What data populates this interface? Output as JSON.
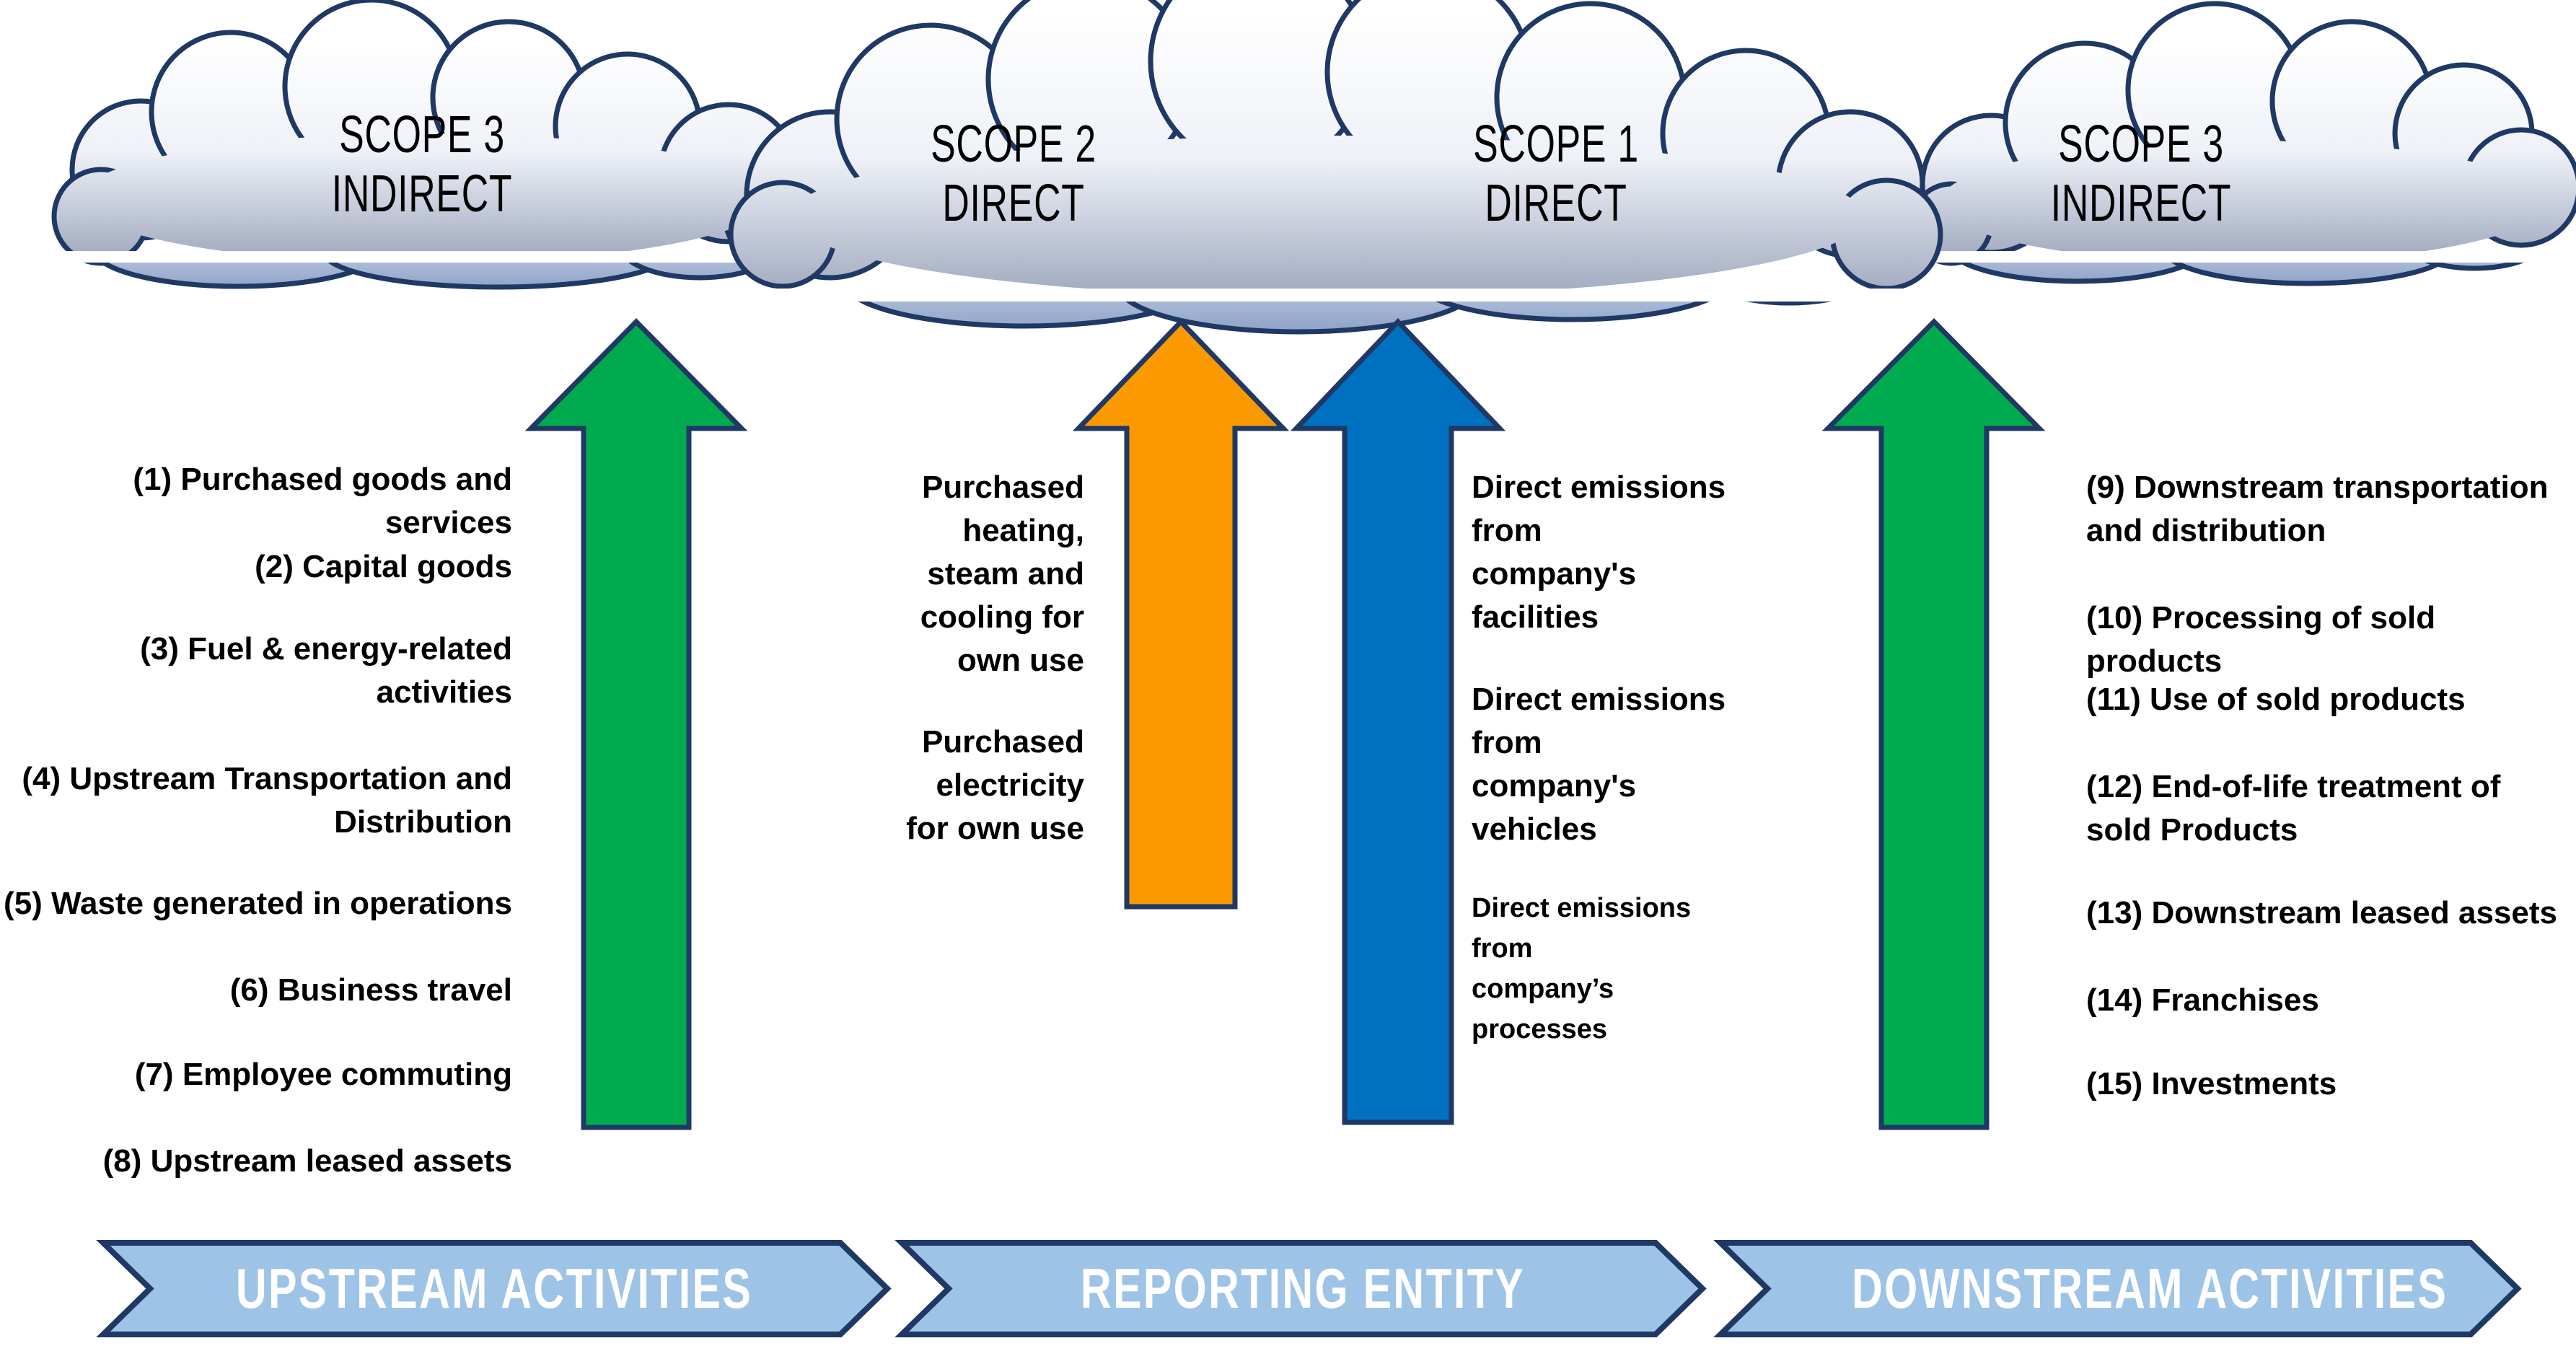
{
  "clouds": {
    "upstream_label": "SCOPE 3\nINDIRECT",
    "scope2_label": "SCOPE 2\nDIRECT",
    "scope1_label": "SCOPE 1\nDIRECT",
    "downstream_label": "SCOPE 3\nINDIRECT"
  },
  "upstream_items": [
    "(1) Purchased goods and services",
    "(2) Capital goods",
    "(3) Fuel & energy-related\nactivities",
    "(4) Upstream Transportation and\nDistribution",
    "(5) Waste generated in operations",
    "(6) Business travel",
    "(7) Employee commuting",
    "(8) Upstream leased assets"
  ],
  "scope2_notes": [
    "Purchased\nheating,\nsteam and\ncooling for\nown use",
    "Purchased\nelectricity\nfor own use"
  ],
  "scope1_notes": [
    "Direct emissions\nfrom\ncompany's\nfacilities",
    "Direct emissions\nfrom\ncompany's\nvehicles",
    "Direct emissions\nfrom\ncompany’s\nprocesses"
  ],
  "downstream_items": [
    "(9) Downstream transportation\nand distribution",
    "(10) Processing of sold products",
    "(11) Use of sold products",
    "(12) End-of-life treatment of\nsold Products",
    "(13) Downstream leased assets",
    "(14) Franchises",
    "(15) Investments"
  ],
  "banners": {
    "upstream": "UPSTREAM ACTIVITIES",
    "reporting": "REPORTING ENTITY",
    "downstream": "DOWNSTREAM ACTIVITIES"
  },
  "colors": {
    "navy": "#1F3864",
    "green": "#00AB50",
    "orange": "#FB9900",
    "blue": "#0070C0",
    "banner_fill": "#9DC3E6",
    "white": "#FFFFFF",
    "cloud_top": "#FFFFFF",
    "cloud_mid": "#EEF1F7",
    "cloud_bottom": "#9DA7BD",
    "lip_top": "#DFE6F2",
    "lip_bottom": "#8FA3C9",
    "text": "#000000"
  }
}
